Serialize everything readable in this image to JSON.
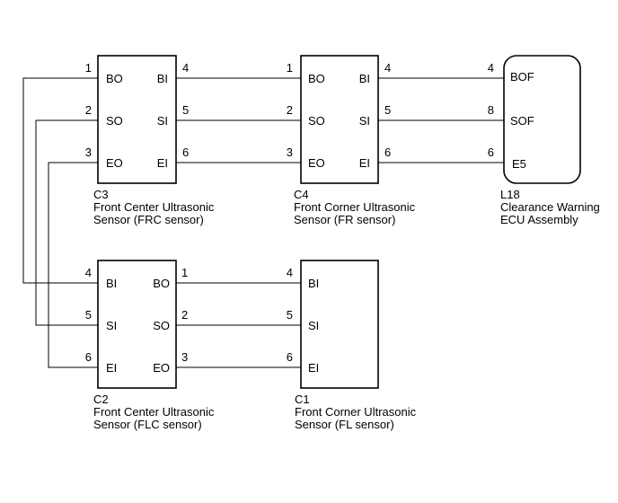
{
  "components": {
    "c3": {
      "id": "C3",
      "name_line1": "Front Center Ultrasonic",
      "name_line2": "Sensor (FRC sensor)",
      "left_pins": [
        {
          "num": "1",
          "label": "BO"
        },
        {
          "num": "2",
          "label": "SO"
        },
        {
          "num": "3",
          "label": "EO"
        }
      ],
      "right_pins": [
        {
          "num": "4",
          "label": "BI"
        },
        {
          "num": "5",
          "label": "SI"
        },
        {
          "num": "6",
          "label": "EI"
        }
      ]
    },
    "c4": {
      "id": "C4",
      "name_line1": "Front Corner Ultrasonic",
      "name_line2": "Sensor (FR sensor)",
      "left_pins": [
        {
          "num": "1",
          "label": "BO"
        },
        {
          "num": "2",
          "label": "SO"
        },
        {
          "num": "3",
          "label": "EO"
        }
      ],
      "right_pins": [
        {
          "num": "4",
          "label": "BI"
        },
        {
          "num": "5",
          "label": "SI"
        },
        {
          "num": "6",
          "label": "EI"
        }
      ]
    },
    "l18": {
      "id": "L18",
      "name_line1": "Clearance Warning",
      "name_line2": "ECU Assembly",
      "left_pins": [
        {
          "num": "4",
          "label": "BOF"
        },
        {
          "num": "8",
          "label": "SOF"
        },
        {
          "num": "6",
          "label": "E5"
        }
      ]
    },
    "c2": {
      "id": "C2",
      "name_line1": "Front Center Ultrasonic",
      "name_line2": "Sensor (FLC sensor)",
      "left_pins": [
        {
          "num": "4",
          "label": "BI"
        },
        {
          "num": "5",
          "label": "SI"
        },
        {
          "num": "6",
          "label": "EI"
        }
      ],
      "right_pins": [
        {
          "num": "1",
          "label": "BO"
        },
        {
          "num": "2",
          "label": "SO"
        },
        {
          "num": "3",
          "label": "EO"
        }
      ]
    },
    "c1": {
      "id": "C1",
      "name_line1": "Front Corner Ultrasonic",
      "name_line2": "Sensor (FL sensor)",
      "left_pins": [
        {
          "num": "4",
          "label": "BI"
        },
        {
          "num": "5",
          "label": "SI"
        },
        {
          "num": "6",
          "label": "EI"
        }
      ]
    }
  }
}
